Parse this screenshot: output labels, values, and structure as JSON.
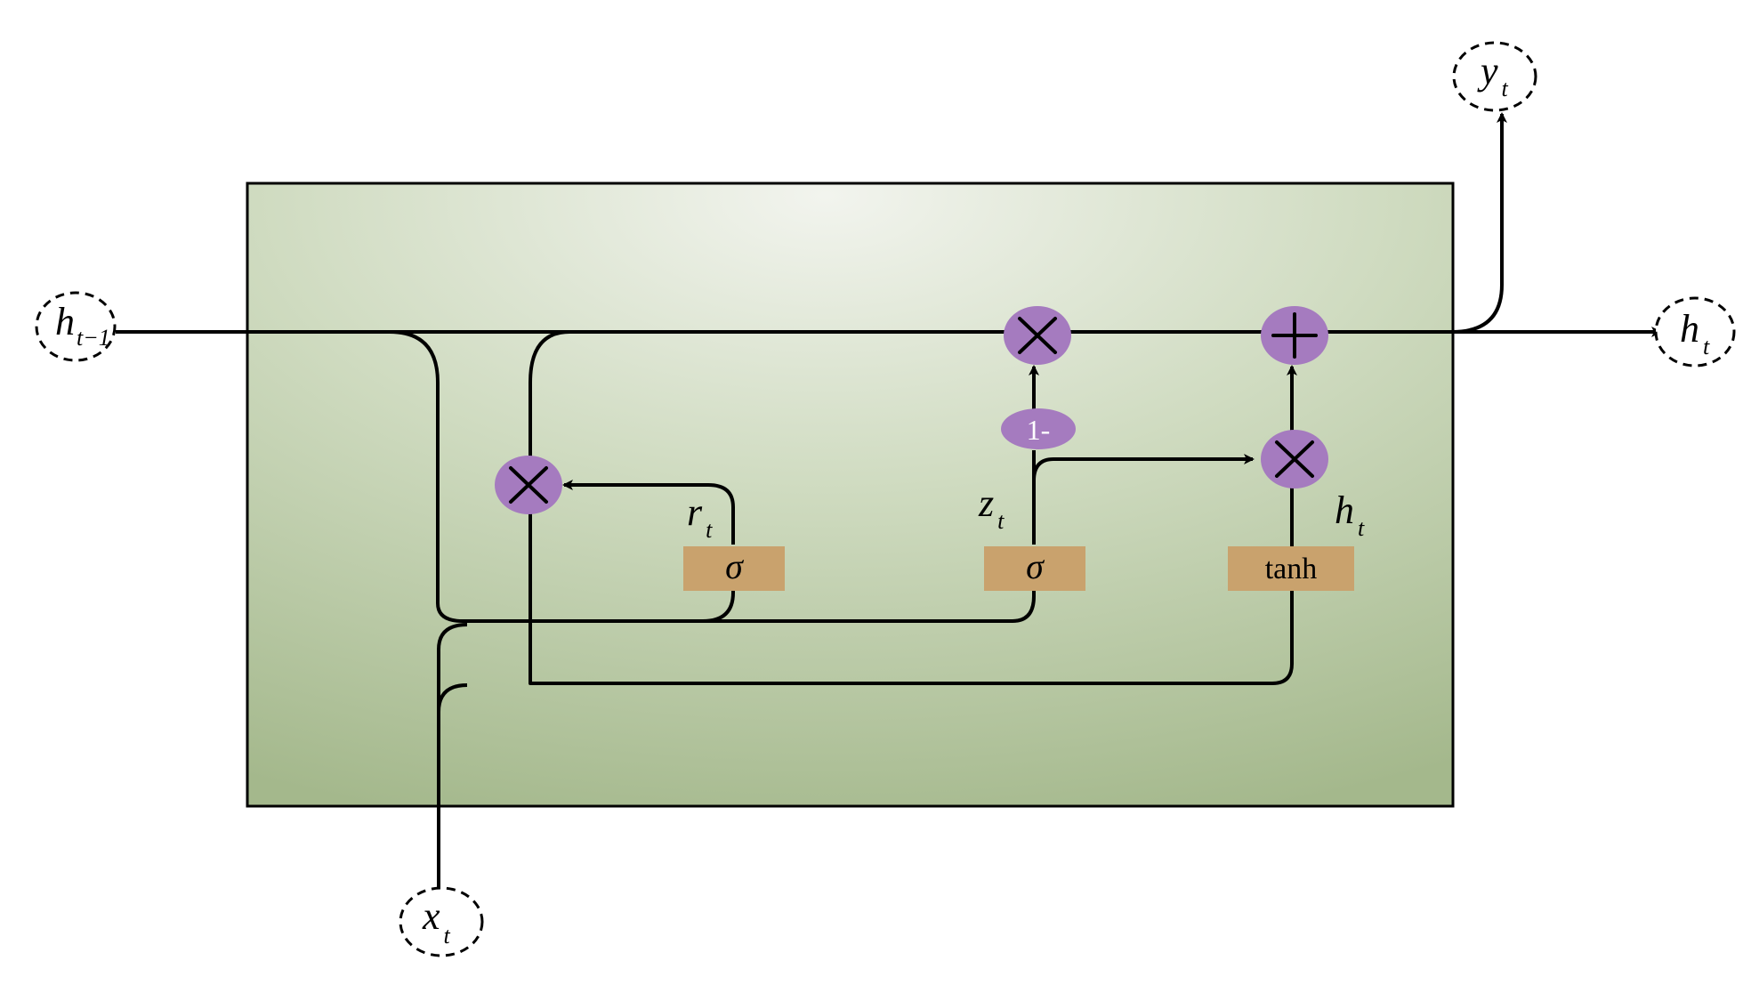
{
  "diagram": {
    "colors": {
      "cell_fill_light": "#f2f4ee",
      "cell_fill_dark": "#a4b88c",
      "operator_node": "#a57bbf",
      "gate_box": "#c9a26d",
      "wire": "#000000"
    },
    "inputs": {
      "h_prev": {
        "base": "h",
        "sub": "t−1"
      },
      "x": {
        "base": "x",
        "sub": "t"
      }
    },
    "outputs": {
      "h": {
        "base": "h",
        "sub": "t"
      },
      "y": {
        "base": "y",
        "sub": "t"
      }
    },
    "gates": {
      "reset": {
        "symbol": "σ",
        "label_base": "r",
        "label_sub": "t"
      },
      "update": {
        "symbol": "σ",
        "label_base": "z",
        "label_sub": "t"
      },
      "candidate": {
        "symbol": "tanh",
        "label_base": "h",
        "label_sub": "t"
      }
    },
    "operators": {
      "one_minus": "1-",
      "multiply_icon": "multiply-icon",
      "add_icon": "plus-icon"
    }
  }
}
